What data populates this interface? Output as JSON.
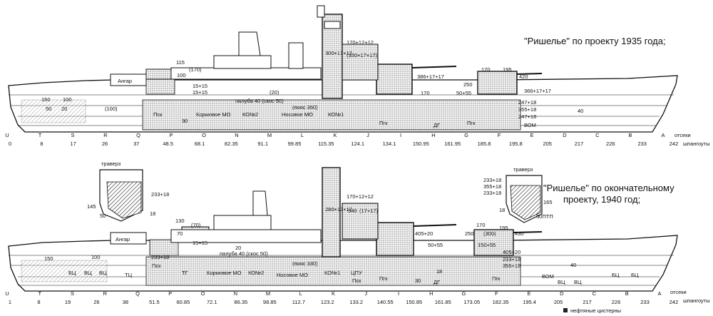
{
  "top": {
    "title": "\"Ришелье\" по проекту 1935 года;",
    "compartments": [
      "U",
      "T",
      "S",
      "R",
      "Q",
      "P",
      "O",
      "N",
      "M",
      "L",
      "K",
      "J",
      "I",
      "H",
      "G",
      "F",
      "E",
      "D",
      "C",
      "B",
      "A"
    ],
    "frames": [
      "0",
      "8",
      "17",
      "26",
      "37",
      "48.5",
      "68.1",
      "82.35",
      "91.1",
      "99.85",
      "115.35",
      "124.1",
      "134.1",
      "150.95",
      "161.95",
      "185.8",
      "195.8",
      "205",
      "217",
      "226",
      "233",
      "242"
    ],
    "frames_label": "шпангоуты",
    "compartments_label": "отсеки",
    "rooms": [
      "Ангар",
      "Пск",
      "Кормовое МО",
      "КО№2",
      "КО№1",
      "Носовое МО",
      "Пгк",
      "ДГ",
      "Пгк",
      "ВОМ"
    ],
    "armor": [
      "170+12+12",
      "300+17+17",
      "(350+17+17)",
      "386+17+17",
      "366+17+17",
      "247+18",
      "355+18",
      "247+18",
      "палуба 40 (скос 50)",
      "(пояс 350)",
      "15+15",
      "15+15",
      "150",
      "100",
      "(100)",
      "50",
      "20",
      "170",
      "50+55",
      "250",
      "420",
      "195",
      "170",
      "115",
      "(170)",
      "100",
      "(20)",
      "30",
      "40"
    ]
  },
  "bottom": {
    "title_line1": "\"Ришелье\" по окончательному",
    "title_line2": "проекту, 1940 год;",
    "compartments": [
      "U",
      "T",
      "S",
      "R",
      "Q",
      "P",
      "O",
      "N",
      "M",
      "L",
      "K",
      "J",
      "I",
      "H",
      "G",
      "F",
      "E",
      "D",
      "C",
      "B",
      "A"
    ],
    "frames": [
      "1",
      "8",
      "19",
      "26",
      "38",
      "51.5",
      "60.85",
      "72.1",
      "86.35",
      "98.85",
      "112.7",
      "123.2",
      "133.2",
      "140.55",
      "150.85",
      "161.85",
      "173.05",
      "182.35",
      "195.4",
      "205",
      "217",
      "226",
      "233",
      "242"
    ],
    "frames_label": "шпангоуты",
    "compartments_label": "отсеки",
    "rooms": [
      "Ангар",
      "Пск",
      "ТГ",
      "ТЦ",
      "ВЦ",
      "ВЦ",
      "БЦ",
      "Кормовое МО",
      "КО№2",
      "Носовое МО",
      "КО№1",
      "ЦПУ",
      "Пск",
      "Пгк",
      "ДГ",
      "Пгк",
      "ВОМ",
      "ВЦ",
      "ВЦ",
      "БЦ",
      "БЦ"
    ],
    "armor": [
      "170+12+12",
      "280+17+17",
      "340",
      "(17+17)",
      "405+20",
      "405+20",
      "233+18",
      "355+18",
      "233+18",
      "палуба 40 (скос 50)",
      "(пояс 330)",
      "15+15",
      "150",
      "100",
      "130",
      "(70)",
      "70",
      "250",
      "(300)",
      "150+55",
      "195",
      "430",
      "170",
      "50+55",
      "18",
      "30",
      "40",
      "20"
    ]
  },
  "section_top": {
    "label": "траверз",
    "values": [
      "233+18",
      "145",
      "50",
      "18"
    ]
  },
  "section_bottom": {
    "label": "траверз",
    "values": [
      "233+18",
      "355+18",
      "233+18",
      "165",
      "18",
      "50ПТП"
    ]
  },
  "legend": {
    "text": "нефтяные цистерны"
  }
}
